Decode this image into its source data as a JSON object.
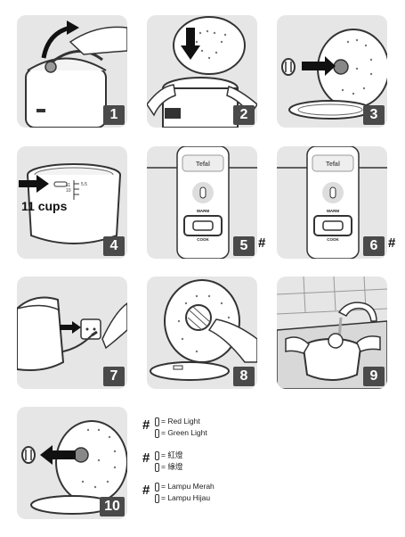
{
  "steps": [
    {
      "number": "1"
    },
    {
      "number": "2"
    },
    {
      "number": "3"
    },
    {
      "number": "4",
      "annotation": "11 cups"
    },
    {
      "number": "5"
    },
    {
      "number": "6"
    },
    {
      "number": "7"
    },
    {
      "number": "8"
    },
    {
      "number": "9"
    },
    {
      "number": "10"
    }
  ],
  "cooker": {
    "brand": "Tefal",
    "warm_label": "WARM",
    "cook_label": "COOK"
  },
  "pot_marks": {
    "top": "11",
    "bottom": "10",
    "side": "5.5"
  },
  "footnote_marker": "#",
  "legend": [
    {
      "marker": "#",
      "red": "= Red Light",
      "green": "= Green Light"
    },
    {
      "marker": "#",
      "red": "= 紅燈",
      "green": "= 綠燈"
    },
    {
      "marker": "#",
      "red": "= Lampu Merah",
      "green": "= Lampu Hijau"
    }
  ]
}
